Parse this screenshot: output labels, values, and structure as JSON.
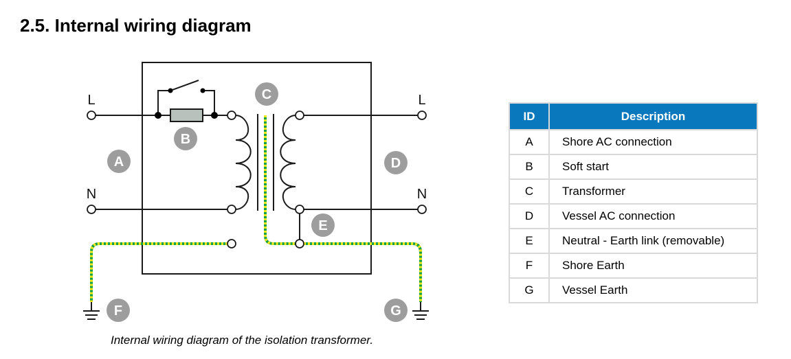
{
  "heading": "2.5. Internal wiring diagram",
  "caption": "Internal wiring diagram of the isolation transformer.",
  "diagram": {
    "terminal_labels": {
      "left_line": "L",
      "left_neutral": "N",
      "right_line": "L",
      "right_neutral": "N"
    },
    "badges": {
      "A": "A",
      "B": "B",
      "C": "C",
      "D": "D",
      "E": "E",
      "F": "F",
      "G": "G"
    },
    "colors": {
      "earth_green": "#12a04a",
      "earth_yellow": "#f0e91a",
      "badge": "#9d9d9d",
      "resistor_fill": "#b9c1bd"
    }
  },
  "legend": {
    "header_color": "#0a78bd",
    "columns": [
      "ID",
      "Description"
    ],
    "rows": [
      {
        "id": "A",
        "description": "Shore AC connection"
      },
      {
        "id": "B",
        "description": "Soft start"
      },
      {
        "id": "C",
        "description": "Transformer"
      },
      {
        "id": "D",
        "description": "Vessel AC connection"
      },
      {
        "id": "E",
        "description": "Neutral - Earth link (removable)"
      },
      {
        "id": "F",
        "description": "Shore Earth"
      },
      {
        "id": "G",
        "description": "Vessel Earth"
      }
    ]
  }
}
